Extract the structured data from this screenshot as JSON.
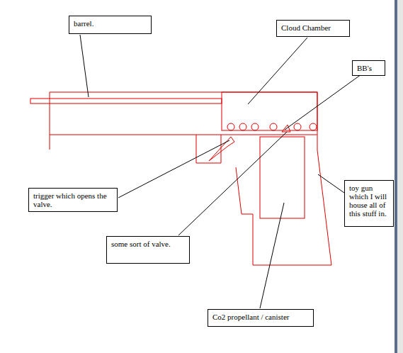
{
  "diagram": {
    "nodes": [
      {
        "text": [
          "barrel."
        ]
      },
      {
        "text": [
          "Cloud Chamber"
        ]
      },
      {
        "text": [
          "BB's"
        ]
      },
      {
        "text": [
          "toy gun which I will house all of this stuff in."
        ]
      },
      {
        "text": [
          "trigger which opens the valve."
        ]
      },
      {
        "text": [
          "some sort of valve."
        ]
      },
      {
        "text": [
          "Co2 propellant / canister"
        ]
      }
    ]
  }
}
